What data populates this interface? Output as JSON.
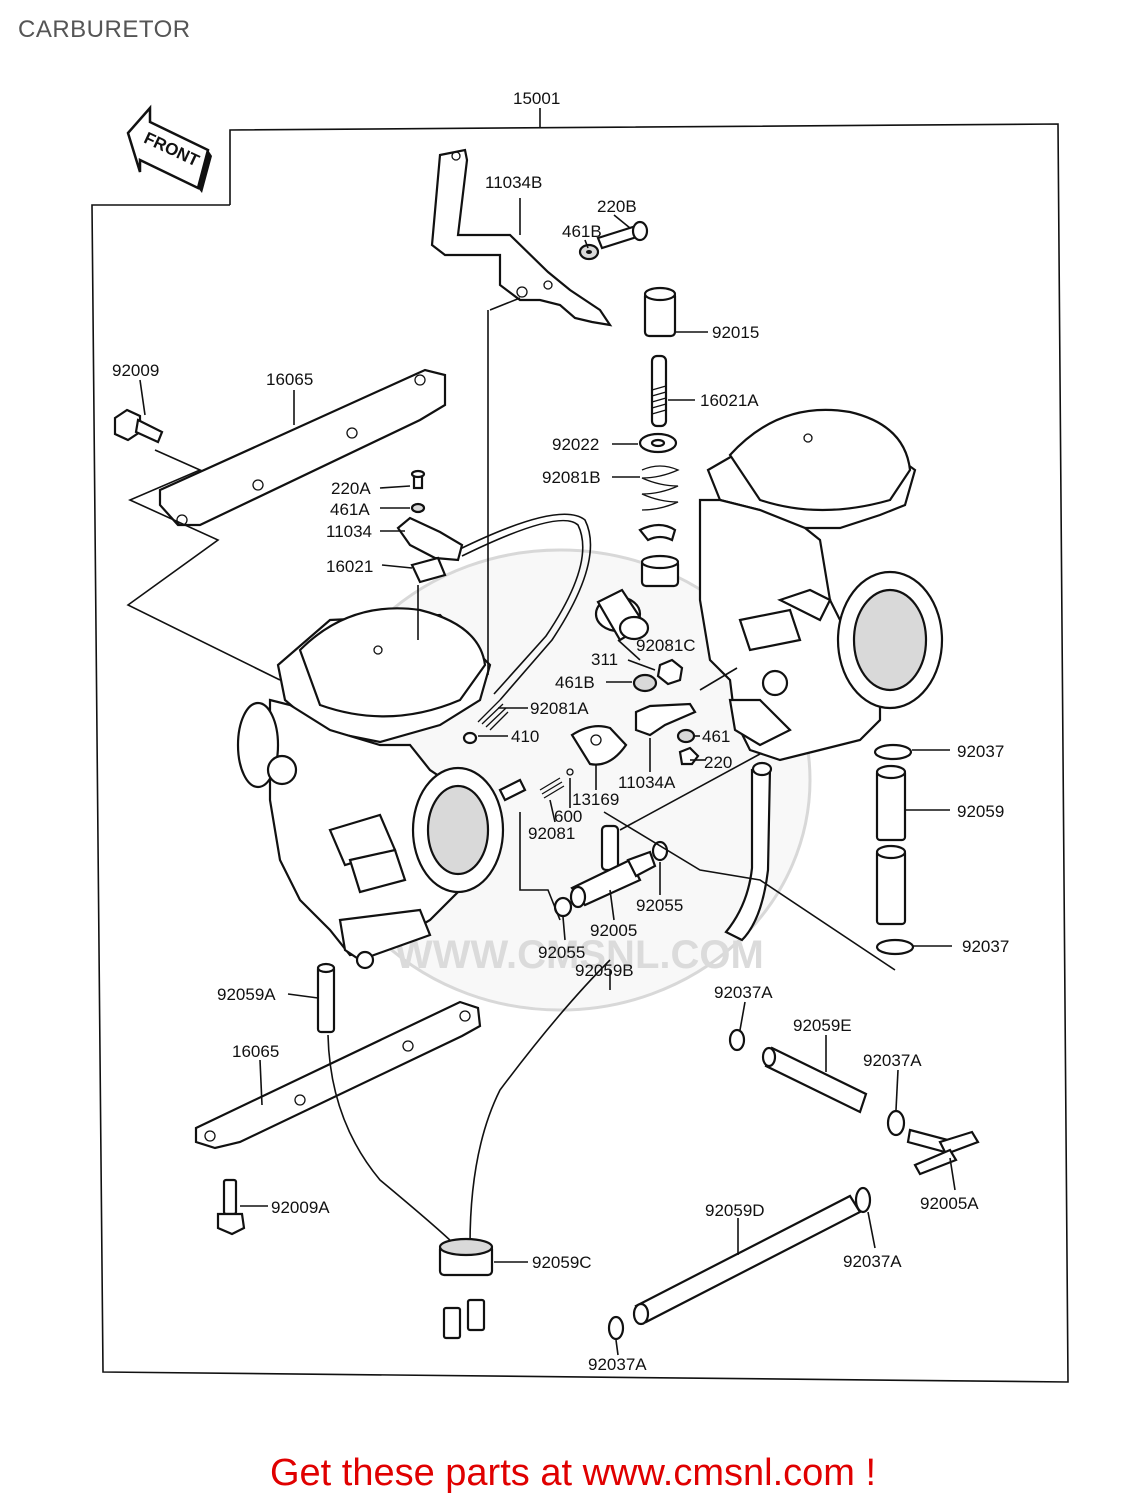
{
  "page_title": "CARBURETOR",
  "front_label": "FRONT",
  "watermark": "WWW.CMSNL.COM",
  "footer": "Get these parts at www.cmsnl.com !",
  "parts": {
    "assembly": "15001",
    "bracket_upper": "11034B",
    "screw_220b": "220B",
    "washer_461b_top": "461B",
    "cap_92015": "92015",
    "plunger_16021a": "16021A",
    "washer_92022": "92022",
    "spring_92081b": "92081B",
    "bolt_92009": "92009",
    "plate_16065_top": "16065",
    "screw_220a": "220A",
    "washer_461a": "461A",
    "lever_11034": "11034",
    "plunger_16021": "16021",
    "boot_92081c": "92081C",
    "nut_311": "311",
    "washer_461b_mid": "461B",
    "spring_92081a": "92081A",
    "oring_410": "410",
    "washer_461": "461",
    "bracket_11034a": "11034A",
    "screw_220": "220",
    "plate_13169": "13169",
    "screw_600": "600",
    "spring_92081": "92081",
    "clamp_92037_top": "92037",
    "hose_92059": "92059",
    "oring_92055_right": "92055",
    "fitting_92005": "92005",
    "oring_92055_left": "92055",
    "clamp_92037_mid": "92037",
    "hose_92059a": "92059A",
    "hose_92059b": "92059B",
    "clamp_92037a_1": "92037A",
    "hose_92059e": "92059E",
    "clamp_92037a_2": "92037A",
    "plate_16065_bottom": "16065",
    "fitting_92005a": "92005A",
    "bolt_92009a": "92009A",
    "hose_92059d": "92059D",
    "cap_92059c": "92059C",
    "clamp_92037a_3": "92037A",
    "clamp_92037a_4": "92037A"
  }
}
